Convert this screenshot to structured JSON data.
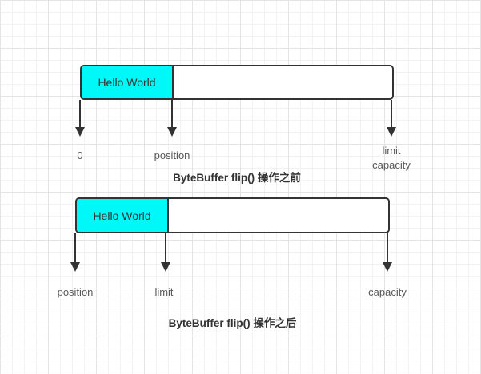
{
  "canvas": {
    "background": "#ffffff",
    "grid_minor_color": "#f2f2f2",
    "grid_major_color": "#e4e4e4"
  },
  "colors": {
    "buffer_fill": "#00f8f8",
    "stroke": "#333333",
    "label_text": "#595959",
    "caption_text": "#333333"
  },
  "diagrams": {
    "before": {
      "buffer_label": "Hello World",
      "markers": [
        {
          "label": "0"
        },
        {
          "label": "position"
        },
        {
          "label": "limit",
          "label2": "capacity"
        }
      ],
      "caption": "ByteBuffer flip() 操作之前"
    },
    "after": {
      "buffer_label": "Hello World",
      "markers": [
        {
          "label": "position"
        },
        {
          "label": "limit"
        },
        {
          "label": "capacity"
        }
      ],
      "caption": "ByteBuffer flip() 操作之后"
    }
  }
}
